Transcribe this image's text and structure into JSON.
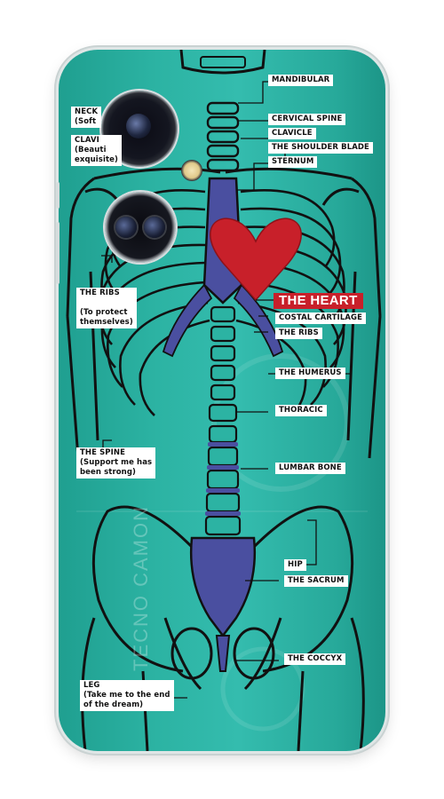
{
  "labels": {
    "mandibular": "MANDIBULAR",
    "cervical_spine": "CERVICAL SPINE",
    "clavicle": "CLAVICLE",
    "shoulder_blade": "THE SHOULDER BLADE",
    "sternum": "STERNUM",
    "heart": "THE HEART",
    "costal_cartilage": "COSTAL CARTILAGE",
    "the_ribs_right": "THE RIBS",
    "humerus": "THE HUMERUS",
    "thoracic": "THORACIC",
    "lumbar_bone": "LUMBAR BONE",
    "hip": "HIP",
    "sacrum": "THE SACRUM",
    "coccyx": "THE COCCYX",
    "neck": "NECK\n(Soft",
    "clavicle_left": "CLAVI\n(Beauti\nexquisite)",
    "ribs_left": "THE RIBS\n\n(To protect\nthemselves)",
    "spine_left": "THE SPINE\n(Support me has\nbeen strong)",
    "leg": "LEG\n(Take me to the end\nof the dream)"
  },
  "brand_text": "TECNO CAMON",
  "colors": {
    "case_teal": "#2cb3a3",
    "skeleton_outline": "#111111",
    "spine_purple": "#4a4fa0",
    "heart_red": "#c8202a",
    "label_bg": "#ffffff"
  },
  "icons": [
    "main-camera-icon",
    "dual-camera-icon",
    "flash-icon"
  ]
}
